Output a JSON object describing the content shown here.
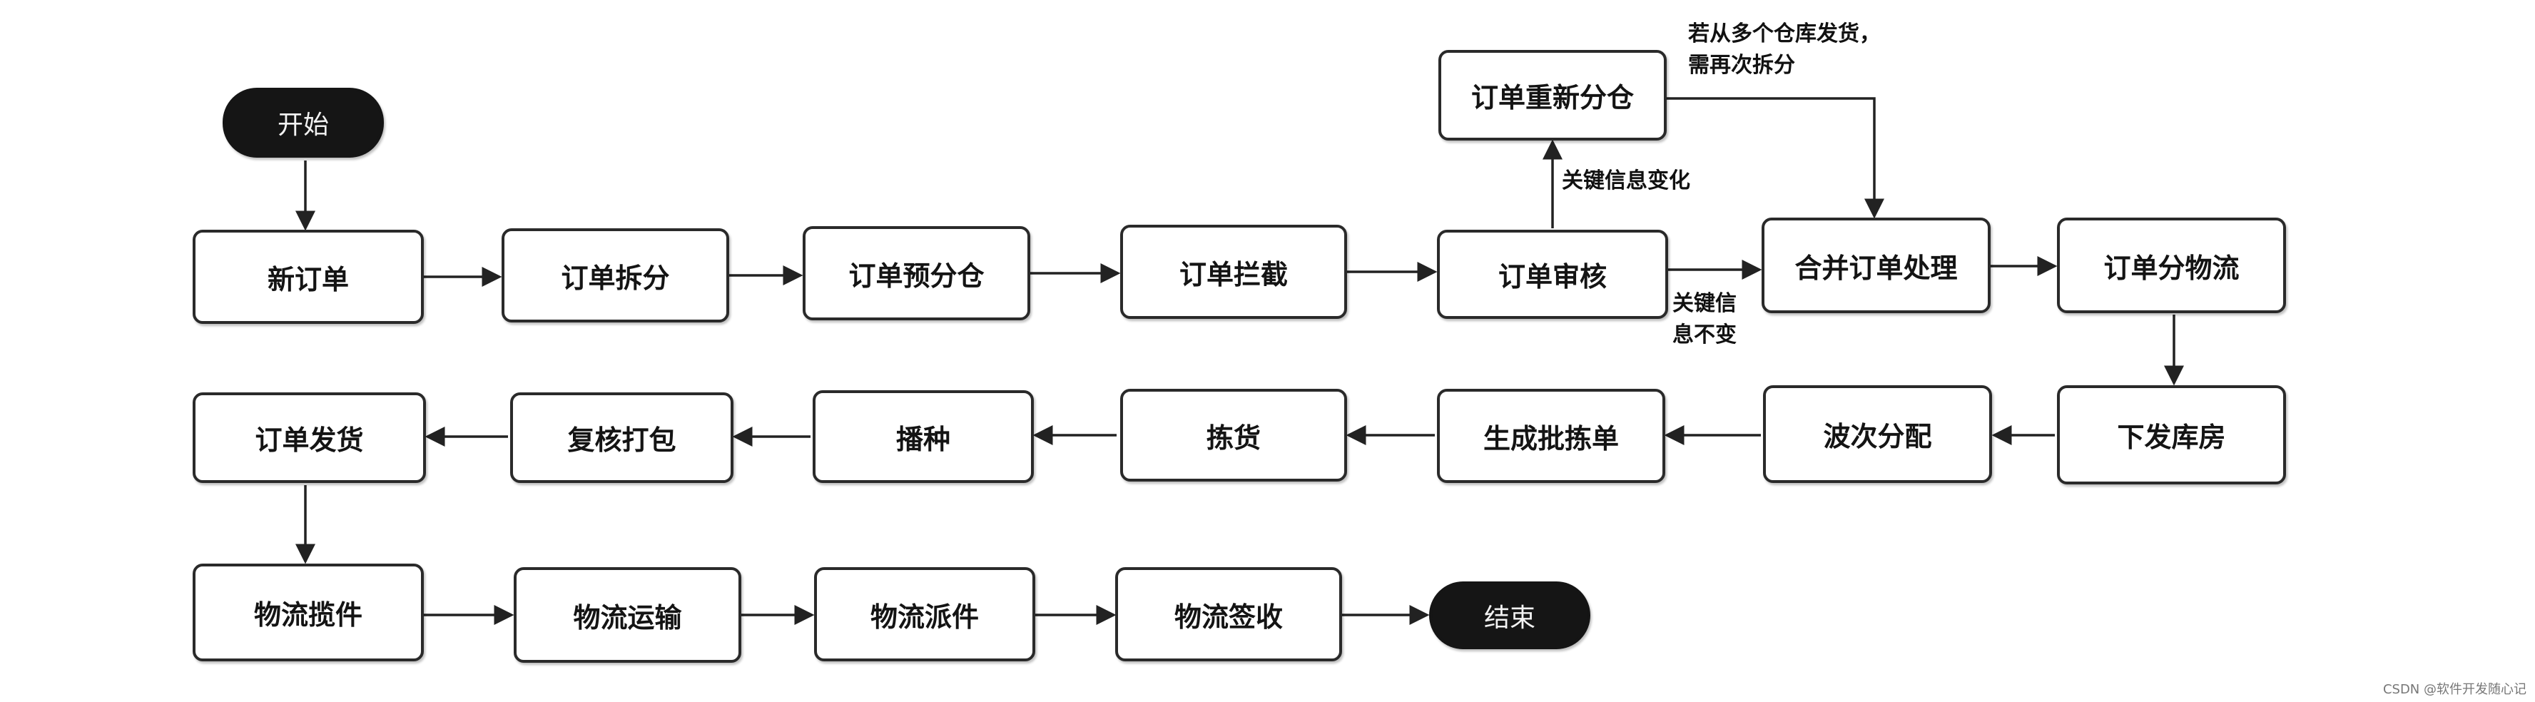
{
  "nodes": {
    "start": "开始",
    "new_order": "新订单",
    "order_split": "订单拆分",
    "order_pre_allocate": "订单预分仓",
    "order_intercept": "订单拦截",
    "order_review": "订单审核",
    "order_reallocate": "订单重新分仓",
    "merge_orders": "合并订单处理",
    "order_assign_logistics": "订单分物流",
    "dispatch_to_warehouse": "下发库房",
    "wave_allocation": "波次分配",
    "generate_pick_list": "生成批拣单",
    "picking": "拣货",
    "sowing": "播种",
    "recheck_pack": "复核打包",
    "order_ship": "订单发货",
    "logistics_pickup": "物流揽件",
    "logistics_transport": "物流运输",
    "logistics_delivery": "物流派件",
    "logistics_signed": "物流签收",
    "end": "结束"
  },
  "edge_labels": {
    "key_info_changed": "关键信息变化",
    "key_info_unchanged_line1": "关键信",
    "key_info_unchanged_line2": "息不变",
    "multi_warehouse_line1": "若从多个仓库发货，",
    "multi_warehouse_line2": "需再次拆分"
  },
  "watermark": "CSDN @软件开发随心记"
}
